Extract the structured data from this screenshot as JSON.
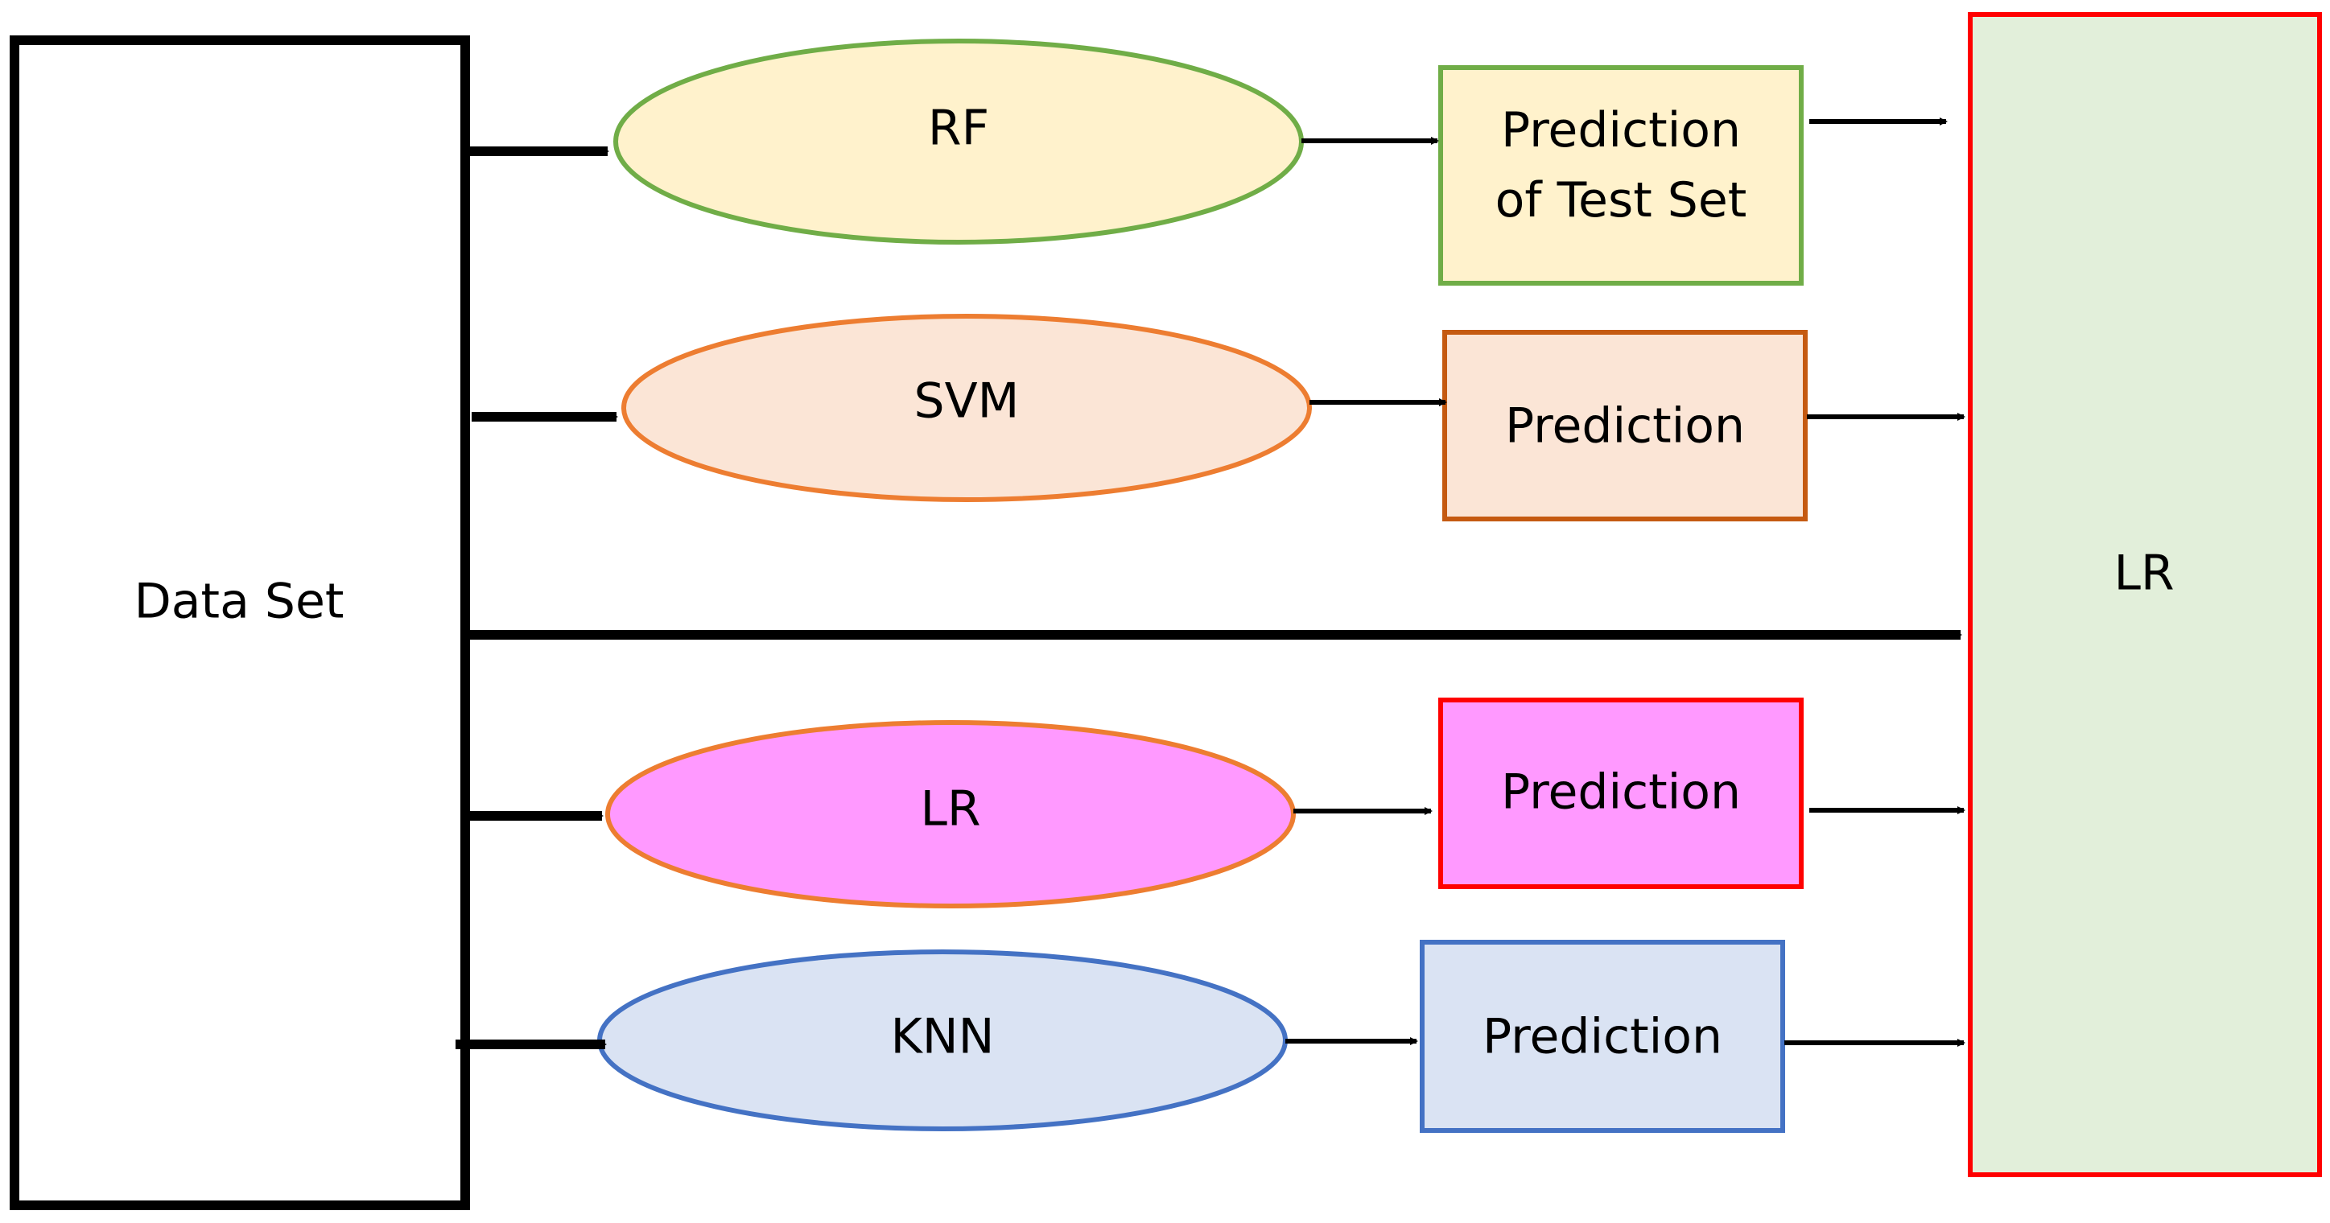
{
  "diagram": {
    "dataset": {
      "label": "Data Set"
    },
    "models": [
      {
        "label": "RF",
        "fill": "#FFF2CC",
        "stroke": "#70AD47"
      },
      {
        "label": "SVM",
        "fill": "#FBE5D6",
        "stroke": "#ED7D31"
      },
      {
        "label": "LR",
        "fill": "#FF99FF",
        "stroke": "#ED7D31"
      },
      {
        "label": "KNN",
        "fill": "#DAE3F3",
        "stroke": "#4472C4"
      }
    ],
    "predictions": [
      {
        "line1": "Prediction",
        "line2": "of Test Set",
        "fill": "#FFF2CC",
        "stroke": "#70AD47"
      },
      {
        "line1": "Prediction",
        "fill": "#FBE5D6",
        "stroke": "#C55A11"
      },
      {
        "line1": "Prediction",
        "fill": "#FF99FF",
        "stroke": "#FF0000"
      },
      {
        "line1": "Prediction",
        "fill": "#DAE3F3",
        "stroke": "#4472C4"
      }
    ],
    "meta": {
      "label": "LR",
      "fill": "#E2EFDA",
      "stroke": "#FF0000"
    }
  }
}
